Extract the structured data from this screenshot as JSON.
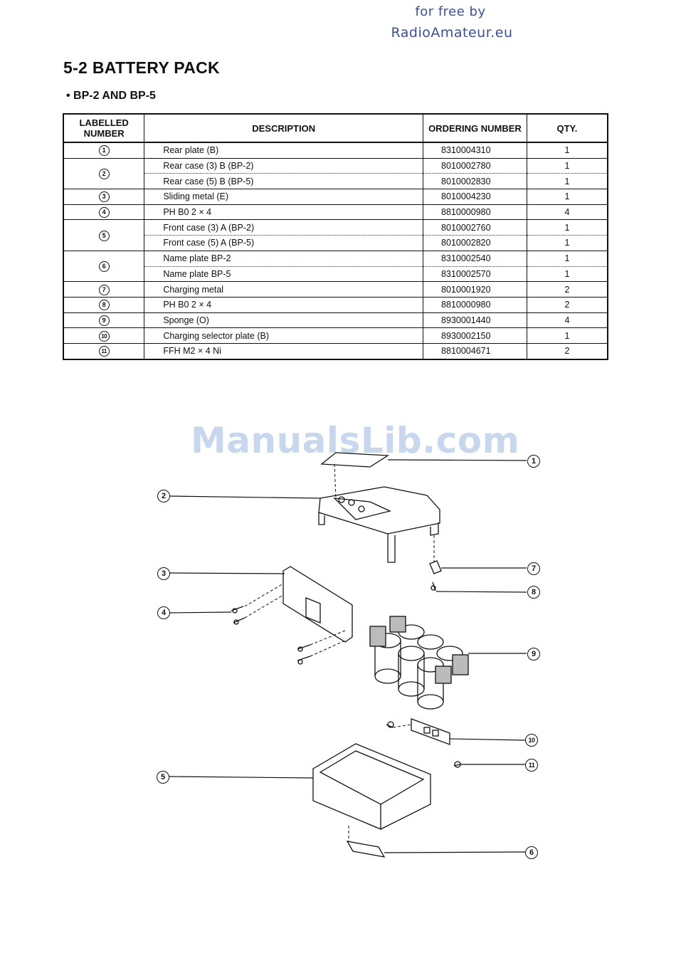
{
  "watermark": {
    "line1": "for free by",
    "line2": "RadioAmateur.eu",
    "brand": "ManualsLib.com"
  },
  "title": "5-2  BATTERY PACK",
  "subtitle": "• BP-2 AND BP-5",
  "table": {
    "headers": {
      "labelled": "LABELLED NUMBER",
      "description": "DESCRIPTION",
      "ordering": "ORDERING NUMBER",
      "qty": "QTY."
    },
    "groups": [
      {
        "label": "1",
        "rows": [
          {
            "desc": "Rear plate (B)",
            "order": "8310004310",
            "qty": "1"
          }
        ]
      },
      {
        "label": "2",
        "rows": [
          {
            "desc": "Rear case (3) B (BP-2)",
            "order": "8010002780",
            "qty": "1"
          },
          {
            "desc": "Rear case (5) B (BP-5)",
            "order": "8010002830",
            "qty": "1"
          }
        ]
      },
      {
        "label": "3",
        "rows": [
          {
            "desc": "Sliding metal (E)",
            "order": "8010004230",
            "qty": "1"
          }
        ]
      },
      {
        "label": "4",
        "rows": [
          {
            "desc": "PH B0 2 × 4",
            "order": "8810000980",
            "qty": "4"
          }
        ]
      },
      {
        "label": "5",
        "rows": [
          {
            "desc": "Front case (3) A (BP-2)",
            "order": "8010002760",
            "qty": "1"
          },
          {
            "desc": "Front case (5) A (BP-5)",
            "order": "8010002820",
            "qty": "1"
          }
        ]
      },
      {
        "label": "6",
        "rows": [
          {
            "desc": "Name plate BP-2",
            "order": "8310002540",
            "qty": "1"
          },
          {
            "desc": "Name plate BP-5",
            "order": "8310002570",
            "qty": "1"
          }
        ]
      },
      {
        "label": "7",
        "rows": [
          {
            "desc": "Charging metal",
            "order": "8010001920",
            "qty": "2"
          }
        ]
      },
      {
        "label": "8",
        "rows": [
          {
            "desc": "PH B0 2 × 4",
            "order": "8810000980",
            "qty": "2"
          }
        ]
      },
      {
        "label": "9",
        "rows": [
          {
            "desc": "Sponge (O)",
            "order": "8930001440",
            "qty": "4"
          }
        ]
      },
      {
        "label": "10",
        "rows": [
          {
            "desc": "Charging selector plate (B)",
            "order": "8930002150",
            "qty": "1"
          }
        ]
      },
      {
        "label": "11",
        "rows": [
          {
            "desc": "FFH M2 × 4 Ni",
            "order": "8810004671",
            "qty": "2"
          }
        ]
      }
    ]
  },
  "diagram": {
    "callouts": [
      "1",
      "2",
      "3",
      "4",
      "5",
      "6",
      "7",
      "8",
      "9",
      "10",
      "11"
    ]
  }
}
